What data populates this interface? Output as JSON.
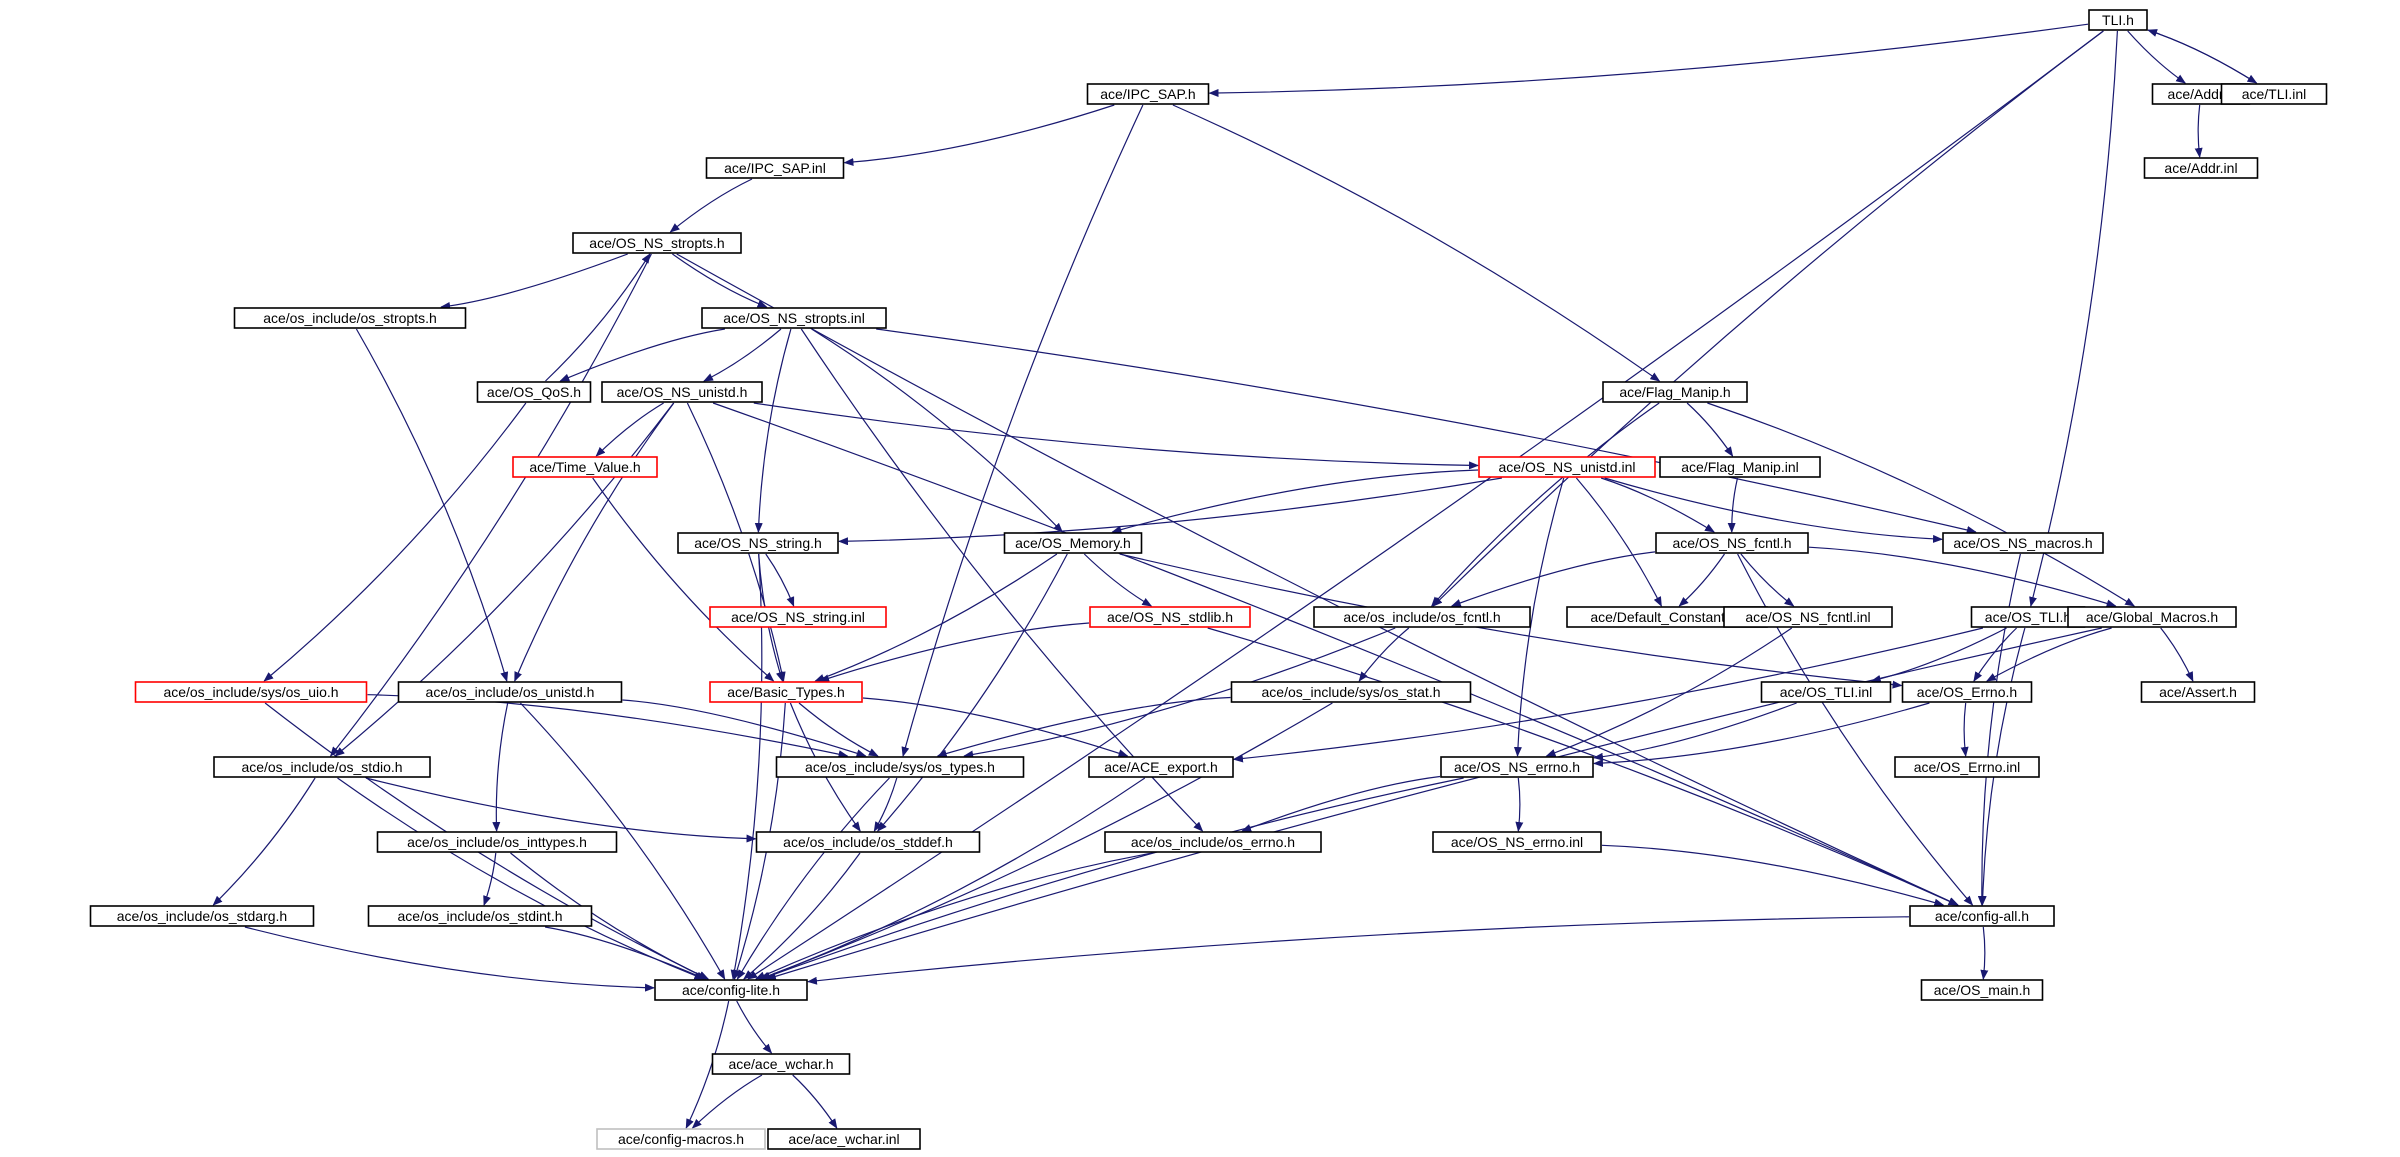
{
  "diagram": {
    "colors": {
      "edge": "#191970",
      "normal_border": "#000000",
      "truncated_border": "#ff0000",
      "external_border": "#bfbfbf",
      "root_fill": "#bfbfbf"
    },
    "nodes": [
      {
        "id": "tli_h",
        "label": "TLI.h",
        "kind": "root"
      },
      {
        "id": "ipc_sap_h",
        "label": "ace/IPC_SAP.h",
        "kind": "normal"
      },
      {
        "id": "addr_h",
        "label": "ace/Addr.h",
        "kind": "normal"
      },
      {
        "id": "tli_inl",
        "label": "ace/TLI.inl",
        "kind": "normal"
      },
      {
        "id": "ipc_sap_inl",
        "label": "ace/IPC_SAP.inl",
        "kind": "normal"
      },
      {
        "id": "addr_inl",
        "label": "ace/Addr.inl",
        "kind": "normal"
      },
      {
        "id": "os_ns_stropts_h",
        "label": "ace/OS_NS_stropts.h",
        "kind": "normal"
      },
      {
        "id": "os_include_stropts_h",
        "label": "ace/os_include/os_stropts.h",
        "kind": "normal"
      },
      {
        "id": "os_ns_stropts_inl",
        "label": "ace/OS_NS_stropts.inl",
        "kind": "normal"
      },
      {
        "id": "os_qos_h",
        "label": "ace/OS_QoS.h",
        "kind": "normal"
      },
      {
        "id": "os_ns_unistd_h",
        "label": "ace/OS_NS_unistd.h",
        "kind": "normal"
      },
      {
        "id": "flag_manip_h",
        "label": "ace/Flag_Manip.h",
        "kind": "normal"
      },
      {
        "id": "time_value_h",
        "label": "ace/Time_Value.h",
        "kind": "truncated"
      },
      {
        "id": "os_ns_unistd_inl",
        "label": "ace/OS_NS_unistd.inl",
        "kind": "truncated"
      },
      {
        "id": "flag_manip_inl",
        "label": "ace/Flag_Manip.inl",
        "kind": "normal"
      },
      {
        "id": "os_ns_string_h",
        "label": "ace/OS_NS_string.h",
        "kind": "normal"
      },
      {
        "id": "os_memory_h",
        "label": "ace/OS_Memory.h",
        "kind": "normal"
      },
      {
        "id": "os_ns_fcntl_h",
        "label": "ace/OS_NS_fcntl.h",
        "kind": "normal"
      },
      {
        "id": "os_ns_macros_h",
        "label": "ace/OS_NS_macros.h",
        "kind": "normal"
      },
      {
        "id": "os_ns_string_inl",
        "label": "ace/OS_NS_string.inl",
        "kind": "truncated"
      },
      {
        "id": "os_ns_stdlib_h",
        "label": "ace/OS_NS_stdlib.h",
        "kind": "truncated"
      },
      {
        "id": "os_include_fcntl_h",
        "label": "ace/os_include/os_fcntl.h",
        "kind": "normal"
      },
      {
        "id": "default_constants_h",
        "label": "ace/Default_Constants.h",
        "kind": "normal"
      },
      {
        "id": "os_ns_fcntl_inl",
        "label": "ace/OS_NS_fcntl.inl",
        "kind": "normal"
      },
      {
        "id": "os_tli_h",
        "label": "ace/OS_TLI.h",
        "kind": "normal"
      },
      {
        "id": "global_macros_h",
        "label": "ace/Global_Macros.h",
        "kind": "normal"
      },
      {
        "id": "sys_os_uio_h",
        "label": "ace/os_include/sys/os_uio.h",
        "kind": "truncated"
      },
      {
        "id": "os_include_unistd_h",
        "label": "ace/os_include/os_unistd.h",
        "kind": "normal"
      },
      {
        "id": "basic_types_h",
        "label": "ace/Basic_Types.h",
        "kind": "truncated"
      },
      {
        "id": "sys_os_stat_h",
        "label": "ace/os_include/sys/os_stat.h",
        "kind": "normal"
      },
      {
        "id": "os_tli_inl",
        "label": "ace/OS_TLI.inl",
        "kind": "normal"
      },
      {
        "id": "os_errno_h",
        "label": "ace/OS_Errno.h",
        "kind": "normal"
      },
      {
        "id": "assert_h",
        "label": "ace/Assert.h",
        "kind": "normal"
      },
      {
        "id": "os_include_stdio_h",
        "label": "ace/os_include/os_stdio.h",
        "kind": "normal"
      },
      {
        "id": "sys_os_types_h",
        "label": "ace/os_include/sys/os_types.h",
        "kind": "normal"
      },
      {
        "id": "ace_export_h",
        "label": "ace/ACE_export.h",
        "kind": "normal"
      },
      {
        "id": "os_ns_errno_h",
        "label": "ace/OS_NS_errno.h",
        "kind": "normal"
      },
      {
        "id": "os_errno_inl",
        "label": "ace/OS_Errno.inl",
        "kind": "normal"
      },
      {
        "id": "os_include_inttypes_h",
        "label": "ace/os_include/os_inttypes.h",
        "kind": "normal"
      },
      {
        "id": "os_include_stddef_h",
        "label": "ace/os_include/os_stddef.h",
        "kind": "normal"
      },
      {
        "id": "os_include_errno_h",
        "label": "ace/os_include/os_errno.h",
        "kind": "normal"
      },
      {
        "id": "os_ns_errno_inl",
        "label": "ace/OS_NS_errno.inl",
        "kind": "normal"
      },
      {
        "id": "os_include_stdarg_h",
        "label": "ace/os_include/os_stdarg.h",
        "kind": "normal"
      },
      {
        "id": "os_include_stdint_h",
        "label": "ace/os_include/os_stdint.h",
        "kind": "normal"
      },
      {
        "id": "config_all_h",
        "label": "ace/config-all.h",
        "kind": "normal"
      },
      {
        "id": "config_lite_h",
        "label": "ace/config-lite.h",
        "kind": "normal"
      },
      {
        "id": "os_main_h",
        "label": "ace/OS_main.h",
        "kind": "normal"
      },
      {
        "id": "ace_wchar_h",
        "label": "ace/ace_wchar.h",
        "kind": "normal"
      },
      {
        "id": "config_macros_h",
        "label": "ace/config-macros.h",
        "kind": "external"
      },
      {
        "id": "ace_wchar_inl",
        "label": "ace/ace_wchar.inl",
        "kind": "normal"
      }
    ],
    "edges": [
      [
        "tli_h",
        "ipc_sap_h"
      ],
      [
        "tli_h",
        "addr_h"
      ],
      [
        "tli_h",
        "tli_inl"
      ],
      [
        "tli_inl",
        "tli_h"
      ],
      [
        "tli_h",
        "config_lite_h"
      ],
      [
        "tli_h",
        "os_include_fcntl_h"
      ],
      [
        "tli_h",
        "os_tli_h"
      ],
      [
        "addr_h",
        "addr_inl"
      ],
      [
        "ipc_sap_h",
        "ipc_sap_inl"
      ],
      [
        "ipc_sap_h",
        "sys_os_types_h"
      ],
      [
        "ipc_sap_h",
        "flag_manip_h"
      ],
      [
        "ipc_sap_inl",
        "os_ns_stropts_h"
      ],
      [
        "os_ns_stropts_h",
        "os_include_stropts_h"
      ],
      [
        "os_ns_stropts_h",
        "os_ns_stropts_inl"
      ],
      [
        "os_ns_stropts_h",
        "os_include_stdio_h"
      ],
      [
        "os_ns_stropts_h",
        "config_all_h"
      ],
      [
        "os_include_stropts_h",
        "os_include_unistd_h"
      ],
      [
        "os_ns_stropts_inl",
        "os_qos_h"
      ],
      [
        "os_ns_stropts_inl",
        "os_ns_unistd_h"
      ],
      [
        "os_ns_stropts_inl",
        "os_ns_string_h"
      ],
      [
        "os_ns_stropts_inl",
        "os_memory_h"
      ],
      [
        "os_ns_stropts_inl",
        "os_include_errno_h"
      ],
      [
        "os_ns_stropts_inl",
        "os_ns_macros_h"
      ],
      [
        "os_qos_h",
        "os_ns_stropts_h"
      ],
      [
        "os_qos_h",
        "sys_os_uio_h"
      ],
      [
        "os_ns_unistd_h",
        "time_value_h"
      ],
      [
        "os_ns_unistd_h",
        "basic_types_h"
      ],
      [
        "os_ns_unistd_h",
        "os_include_unistd_h"
      ],
      [
        "os_ns_unistd_h",
        "os_include_stdio_h"
      ],
      [
        "os_ns_unistd_h",
        "os_ns_unistd_inl"
      ],
      [
        "os_ns_unistd_h",
        "config_all_h"
      ],
      [
        "time_value_h",
        "basic_types_h"
      ],
      [
        "flag_manip_h",
        "flag_manip_inl"
      ],
      [
        "flag_manip_h",
        "os_include_fcntl_h"
      ],
      [
        "flag_manip_h",
        "global_macros_h"
      ],
      [
        "flag_manip_inl",
        "os_ns_fcntl_h"
      ],
      [
        "os_ns_unistd_inl",
        "os_ns_string_h"
      ],
      [
        "os_ns_unistd_inl",
        "os_memory_h"
      ],
      [
        "os_ns_unistd_inl",
        "os_ns_fcntl_h"
      ],
      [
        "os_ns_unistd_inl",
        "os_ns_macros_h"
      ],
      [
        "os_ns_unistd_inl",
        "default_constants_h"
      ],
      [
        "os_ns_unistd_inl",
        "os_ns_errno_h"
      ],
      [
        "os_ns_string_h",
        "os_ns_string_inl"
      ],
      [
        "os_ns_string_h",
        "basic_types_h"
      ],
      [
        "os_ns_string_h",
        "config_lite_h"
      ],
      [
        "os_memory_h",
        "os_ns_stdlib_h"
      ],
      [
        "os_memory_h",
        "basic_types_h"
      ],
      [
        "os_memory_h",
        "os_errno_h"
      ],
      [
        "os_memory_h",
        "os_include_stddef_h"
      ],
      [
        "os_ns_stdlib_h",
        "basic_types_h"
      ],
      [
        "os_ns_stdlib_h",
        "config_all_h"
      ],
      [
        "os_ns_fcntl_h",
        "os_include_fcntl_h"
      ],
      [
        "os_ns_fcntl_h",
        "default_constants_h"
      ],
      [
        "os_ns_fcntl_h",
        "os_ns_fcntl_inl"
      ],
      [
        "os_ns_fcntl_h",
        "global_macros_h"
      ],
      [
        "os_ns_fcntl_h",
        "config_all_h"
      ],
      [
        "os_ns_fcntl_inl",
        "os_ns_errno_h"
      ],
      [
        "os_ns_macros_h",
        "config_all_h"
      ],
      [
        "os_include_fcntl_h",
        "sys_os_types_h"
      ],
      [
        "os_include_fcntl_h",
        "sys_os_stat_h"
      ],
      [
        "os_tli_h",
        "os_tli_inl"
      ],
      [
        "os_tli_h",
        "os_errno_h"
      ],
      [
        "os_tli_h",
        "ace_export_h"
      ],
      [
        "os_tli_h",
        "config_all_h"
      ],
      [
        "os_tli_inl",
        "os_ns_errno_h"
      ],
      [
        "global_macros_h",
        "os_errno_h"
      ],
      [
        "global_macros_h",
        "assert_h"
      ],
      [
        "global_macros_h",
        "config_lite_h"
      ],
      [
        "os_errno_h",
        "os_ns_errno_h"
      ],
      [
        "os_errno_h",
        "os_errno_inl"
      ],
      [
        "sys_os_uio_h",
        "sys_os_types_h"
      ],
      [
        "sys_os_uio_h",
        "config_lite_h"
      ],
      [
        "os_include_unistd_h",
        "sys_os_types_h"
      ],
      [
        "os_include_unistd_h",
        "os_include_inttypes_h"
      ],
      [
        "os_include_unistd_h",
        "config_lite_h"
      ],
      [
        "basic_types_h",
        "sys_os_types_h"
      ],
      [
        "basic_types_h",
        "ace_export_h"
      ],
      [
        "basic_types_h",
        "os_include_stddef_h"
      ],
      [
        "basic_types_h",
        "config_lite_h"
      ],
      [
        "sys_os_stat_h",
        "sys_os_types_h"
      ],
      [
        "sys_os_stat_h",
        "config_lite_h"
      ],
      [
        "os_include_stdio_h",
        "os_include_stddef_h"
      ],
      [
        "os_include_stdio_h",
        "os_include_stdarg_h"
      ],
      [
        "os_include_stdio_h",
        "config_lite_h"
      ],
      [
        "sys_os_types_h",
        "os_include_stddef_h"
      ],
      [
        "sys_os_types_h",
        "config_lite_h"
      ],
      [
        "ace_export_h",
        "config_lite_h"
      ],
      [
        "os_ns_errno_h",
        "os_include_errno_h"
      ],
      [
        "os_ns_errno_h",
        "os_ns_errno_inl"
      ],
      [
        "os_ns_errno_h",
        "config_lite_h"
      ],
      [
        "os_include_inttypes_h",
        "os_include_stdint_h"
      ],
      [
        "os_include_inttypes_h",
        "config_lite_h"
      ],
      [
        "os_include_stddef_h",
        "config_lite_h"
      ],
      [
        "os_include_errno_h",
        "config_lite_h"
      ],
      [
        "os_ns_errno_inl",
        "config_all_h"
      ],
      [
        "os_include_stdarg_h",
        "config_lite_h"
      ],
      [
        "os_include_stdint_h",
        "config_lite_h"
      ],
      [
        "config_all_h",
        "config_lite_h"
      ],
      [
        "config_all_h",
        "os_main_h"
      ],
      [
        "config_lite_h",
        "ace_wchar_h"
      ],
      [
        "config_lite_h",
        "config_macros_h"
      ],
      [
        "ace_wchar_h",
        "config_macros_h"
      ],
      [
        "ace_wchar_h",
        "ace_wchar_inl"
      ]
    ]
  }
}
